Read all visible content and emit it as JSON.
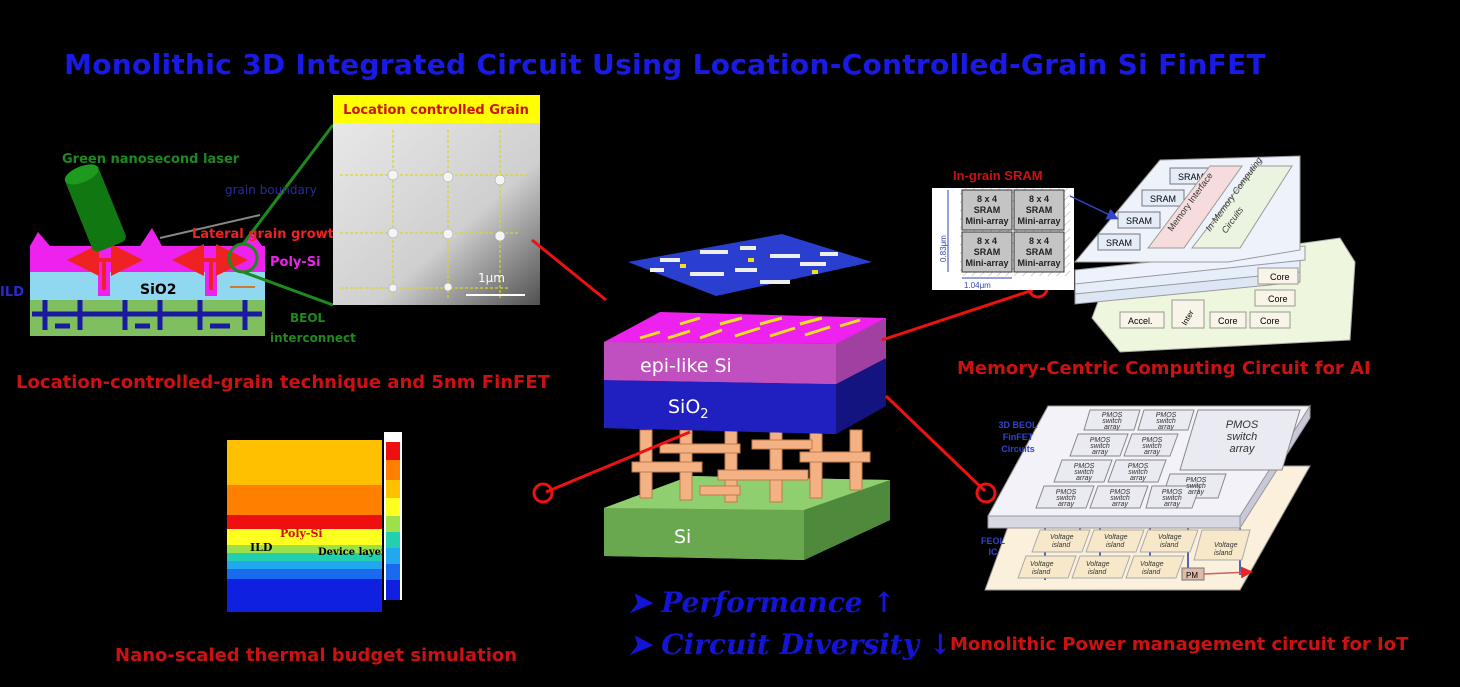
{
  "title": "Monolithic 3D Integrated Circuit Using Location-Controlled-Grain Si FinFET",
  "lcg_panel": {
    "laser_label": "Green nanosecond laser",
    "grain_boundary_label": "grain boundary",
    "lateral_growth_label": "Lateral grain growth",
    "polysi_label": "Poly-Si",
    "ild_label": "ILD",
    "sio2_label": "SiO2",
    "beol_label_1": "BEOL",
    "beol_label_2": "interconnect",
    "sem_title": "Location controlled Grain",
    "scale_label": "1μm",
    "caption": "Location-controlled-grain technique and 5nm FinFET"
  },
  "thermal_panel": {
    "polysi_label": "Poly-Si",
    "ild_label": "ILD",
    "device_label": "Device layer",
    "caption": "Nano-scaled thermal budget simulation"
  },
  "stack": {
    "epi_label": "epi-like Si",
    "sio2_label": "SiO",
    "sio2_sub": "2",
    "si_label": "Si"
  },
  "bullets": [
    {
      "text": "Performance",
      "arrow": "↑"
    },
    {
      "text": "Circuit Diversity",
      "arrow": "↓"
    }
  ],
  "ai_panel": {
    "sram_title": "In-grain SRAM",
    "mini_array_lines": [
      "8 x 4",
      "SRAM",
      "Mini-array"
    ],
    "dim_h": "0.83μm",
    "dim_w": "1.04μm",
    "sram_blocks": [
      "SRAM",
      "SRAM",
      "SRAM",
      "SRAM"
    ],
    "memory_interface": "Memory Interface",
    "imc": "In-Memory Computing",
    "imc2": "Circuits",
    "core_labels": [
      "Core",
      "Core",
      "Core",
      "Core"
    ],
    "accel": "Accel.",
    "inter": "Inter",
    "caption": "Memory-Centric Computing Circuit for AI"
  },
  "power_panel": {
    "beol_1": "3D BEOL",
    "beol_2": "FinFET",
    "beol_3": "Circuits",
    "feol_1": "FEOL",
    "feol_2": "IC",
    "pmos_big_1": "PMOS",
    "pmos_big_2": "switch",
    "pmos_big_3": "array",
    "pmos_small": [
      "PMOS",
      "switch",
      "array"
    ],
    "voltage": [
      "Voltage",
      "island"
    ],
    "pm": "PM",
    "age_frag": "ge",
    "nd_frag": "nd",
    "caption": "Monolithic Power management circuit for IoT"
  },
  "colors": {
    "title": "#1a1ae6",
    "caption": "#cc1111",
    "magenta": "#ee22ee",
    "navy": "#1a1aa0",
    "sem_yellow": "#ffff00"
  }
}
